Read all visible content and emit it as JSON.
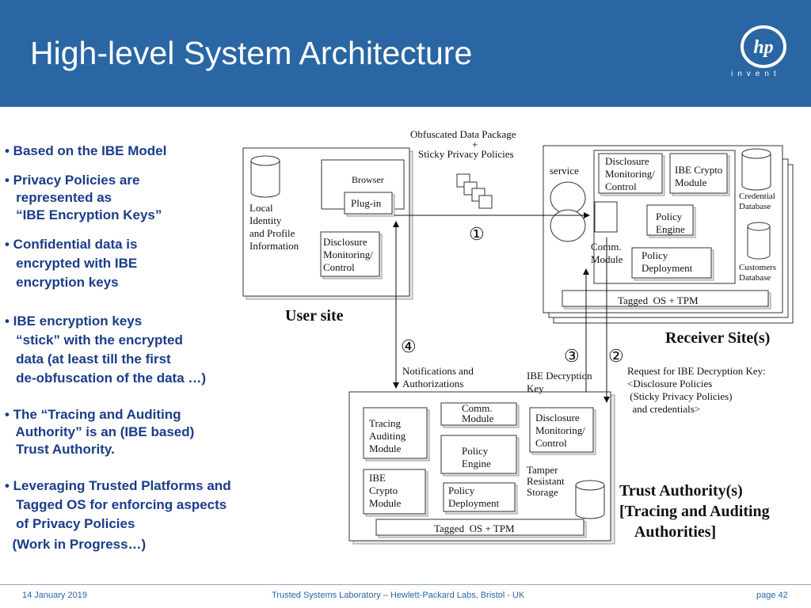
{
  "slide": {
    "title": "High-level System Architecture",
    "logo_text": "invent",
    "logo_mark": "hp"
  },
  "bullets": [
    "• Based on the IBE Model",
    "• Privacy Policies are",
    "   represented as",
    "   “IBE Encryption Keys”",
    "• Confidential data is",
    "   encrypted with IBE",
    "   encryption keys",
    "• IBE encryption keys",
    "   “stick” with the encrypted",
    "   data (at least till the first",
    "   de-obfuscation of the data …)",
    "• The “Tracing and Auditing",
    "   Authority” is an (IBE based)",
    "   Trust Authority.",
    "• Leveraging Trusted Platforms and",
    "   Tagged OS for enforcing aspects",
    "   of Privacy Policies",
    "  (Work in Progress…)"
  ],
  "diagram": {
    "package_label_1": "Obfuscated Data Package",
    "package_plus": "+",
    "package_label_2": "Sticky Privacy Policies",
    "user_site": {
      "title": "User site",
      "local_identity": "Local\nIdentity\nand Profile\nInformation",
      "browser": "Browser",
      "plugin": "Plug-in",
      "disclosure": "Disclosure\nMonitoring/\nControl"
    },
    "receiver": {
      "title": "Receiver Site(s)",
      "service": "service",
      "disclosure": "Disclosure\nMonitoring/\nControl",
      "ibe_crypto": "IBE Crypto\nModule",
      "credential_db": "Credential\nDatabase",
      "policy_engine": "Policy\nEngine",
      "comm_module": "Comm.\nModule",
      "policy_deployment": "Policy\nDeployment",
      "customers_db": "Customers\nDatabase",
      "tagged_os": "Tagged  OS + TPM"
    },
    "steps": {
      "one": "①",
      "two": "②",
      "three": "③",
      "four": "④",
      "notifications": "Notifications and\nAuthorizations",
      "ibe_decryption": "IBE Decryption\nKey",
      "request": "Request for IBE Decryption Key:\n<Disclosure Policies\n (Sticky Privacy Policies)\n  and credentials>"
    },
    "trust": {
      "title": "Trust Authority(s)\n[Tracing and Auditing\n    Authorities]",
      "tracing": "Tracing\nAuditing\nModule",
      "comm_module": "Comm.\nModule",
      "disclosure": "Disclosure\nMonitoring/\nControl",
      "policy_engine": "Policy\nEngine",
      "tamper": "Tamper\nResistant\nStorage",
      "ibe_crypto": "IBE\nCrypto\nModule",
      "policy_deployment": "Policy\nDeployment",
      "tagged_os": "Tagged  OS + TPM"
    }
  },
  "footer": {
    "date": "14 January 2019",
    "center": "Trusted Systems Laboratory – Hewlett-Packard Labs, Bristol - UK",
    "page": "page 42"
  }
}
